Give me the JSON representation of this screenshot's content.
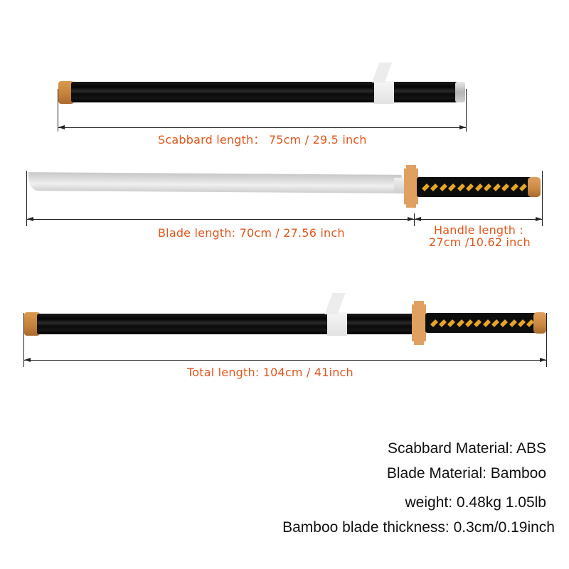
{
  "dimensions": {
    "scabbard_length": "Scabbard length： 75cm / 29.5 inch",
    "blade_length": "Blade length: 70cm / 27.56 inch",
    "handle_length_line1": "Handle length :",
    "handle_length_line2": "27cm /10.62 inch",
    "total_length": "Total length: 104cm / 41inch"
  },
  "specs": {
    "scabbard_material": "Scabbard Material: ABS",
    "blade_material": "Blade Material: Bamboo",
    "weight": "weight: 0.48kg 1.05lb",
    "blade_thickness": "Bamboo blade thickness: 0.3cm/0.19inch"
  },
  "colors": {
    "label_orange": "#e0561c",
    "cap_brown": "#c4803a",
    "wrap_yellow": "#e6a527",
    "scabbard_black": "#0a0a0a"
  }
}
